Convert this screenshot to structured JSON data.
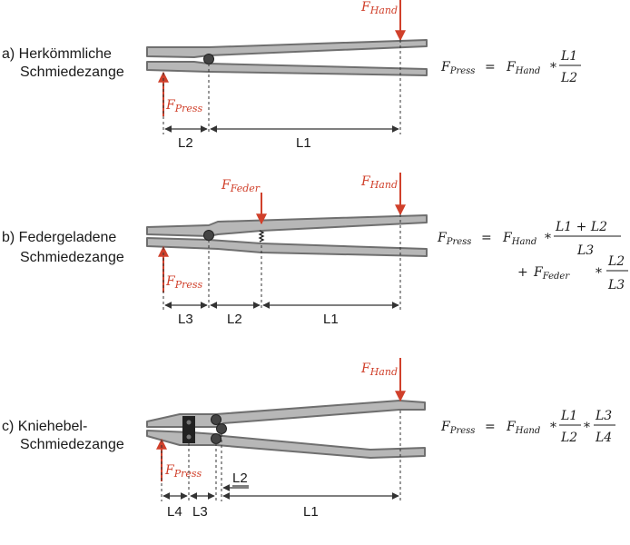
{
  "panels": [
    {
      "id": "a",
      "caption_line1": "a) Herkömmliche",
      "caption_line2": "Schmiedezange",
      "forces": [
        {
          "main": "F",
          "sub": "Hand"
        },
        {
          "main": "F",
          "sub": "Press"
        }
      ],
      "dims": [
        "L2",
        "L1"
      ],
      "equation": {
        "lhs_main": "F",
        "lhs_sub": "Press",
        "rhs_main": "F",
        "rhs_sub": "Hand",
        "eq": "=",
        "times": "*",
        "frac1_num": "L1",
        "frac1_den": "L2"
      }
    },
    {
      "id": "b",
      "caption_line1": "b) Federgeladene",
      "caption_line2": "Schmiedezange",
      "forces": [
        {
          "main": "F",
          "sub": "Feder"
        },
        {
          "main": "F",
          "sub": "Hand"
        },
        {
          "main": "F",
          "sub": "Press"
        }
      ],
      "dims": [
        "L3",
        "L2",
        "L1"
      ],
      "equation": {
        "lhs_main": "F",
        "lhs_sub": "Press",
        "rhs_main": "F",
        "rhs_sub": "Hand",
        "eq": "=",
        "times": "*",
        "plus": "+",
        "frac1_num": "L1 + L2",
        "frac1_den": "L3",
        "term2_main": "F",
        "term2_sub": "Feder",
        "frac2_num": "L2",
        "frac2_den": "L3"
      }
    },
    {
      "id": "c",
      "caption_line1": "c) Kniehebel-",
      "caption_line2": "Schmiedezange",
      "forces": [
        {
          "main": "F",
          "sub": "Hand"
        },
        {
          "main": "F",
          "sub": "Press"
        }
      ],
      "dims": [
        "L2",
        "L4",
        "L3",
        "L1"
      ],
      "equation": {
        "lhs_main": "F",
        "lhs_sub": "Press",
        "rhs_main": "F",
        "rhs_sub": "Hand",
        "eq": "=",
        "times": "*",
        "frac1_num": "L1",
        "frac1_den": "L2",
        "frac2_num": "L3",
        "frac2_den": "L4"
      }
    }
  ],
  "colors": {
    "force": "#d0402b",
    "jaw_fill": "#b7b7b7",
    "jaw_stroke": "#6f6f6f"
  }
}
